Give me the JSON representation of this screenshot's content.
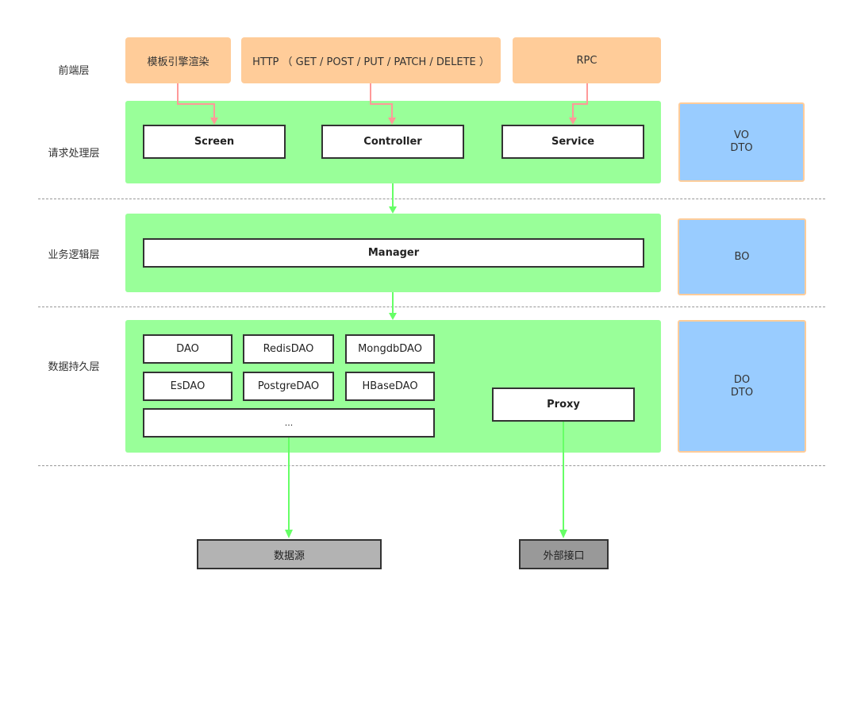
{
  "layers": {
    "frontend": "前端层",
    "request": "请求处理层",
    "business": "业务逻辑层",
    "persistence": "数据持久层"
  },
  "frontend_boxes": {
    "template": "模板引擎渲染",
    "http": "HTTP （ GET / POST / PUT / PATCH / DELETE ）",
    "rpc": "RPC"
  },
  "request_components": {
    "screen": "Screen",
    "controller": "Controller",
    "service": "Service"
  },
  "business_components": {
    "manager": "Manager"
  },
  "persistence_components": {
    "dao": "DAO",
    "redis": "RedisDAO",
    "mongo": "MongdbDAO",
    "es": "EsDAO",
    "postgre": "PostgreDAO",
    "hbase": "HBaseDAO",
    "more": "...",
    "proxy": "Proxy"
  },
  "objects": {
    "request": [
      "VO",
      "DTO"
    ],
    "business": [
      "BO"
    ],
    "persistence": [
      "DO",
      "DTO"
    ]
  },
  "sinks": {
    "datasource": "数据源",
    "external": "外部接口"
  },
  "colors": {
    "frontend_fill": "#ffcc99",
    "panel_fill": "#99ff99",
    "object_fill": "#99ccff",
    "object_border": "#ffcc99",
    "arrow_pink": "#ff9999",
    "arrow_green": "#66ff66",
    "datasource_fill": "#b3b3b3",
    "external_fill": "#999999"
  }
}
